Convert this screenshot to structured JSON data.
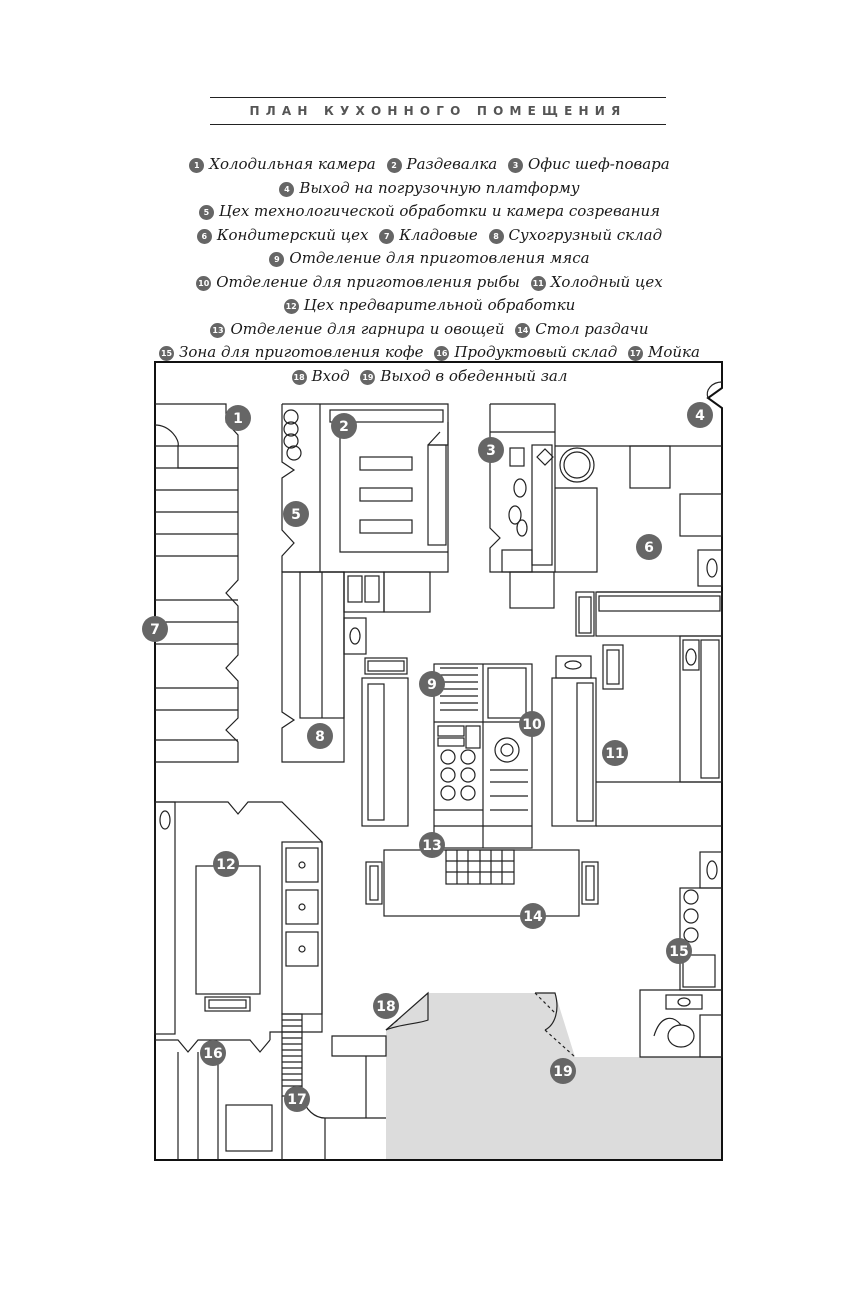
{
  "title": "ПЛАН КУХОННОГО ПОМЕЩЕНИЯ",
  "legend": [
    {
      "num": "1",
      "label": "Холодильная камера"
    },
    {
      "num": "2",
      "label": "Раздевалка"
    },
    {
      "num": "3",
      "label": "Офис шеф-повара"
    },
    {
      "num": "4",
      "label": "Выход на погрузочную платформу"
    },
    {
      "num": "5",
      "label": "Цех технологической обработки и камера созревания"
    },
    {
      "num": "6",
      "label": "Кондитерский цех"
    },
    {
      "num": "7",
      "label": "Кладовые"
    },
    {
      "num": "8",
      "label": "Сухогрузный склад"
    },
    {
      "num": "9",
      "label": "Отделение для приготовления мяса"
    },
    {
      "num": "10",
      "label": "Отделение для приготовления рыбы"
    },
    {
      "num": "11",
      "label": "Холодный цех"
    },
    {
      "num": "12",
      "label": "Цех предварительной обработки"
    },
    {
      "num": "13",
      "label": "Отделение для гарнира и овощей"
    },
    {
      "num": "14",
      "label": "Стол раздачи"
    },
    {
      "num": "15",
      "label": "Зона для приготовления кофе"
    },
    {
      "num": "16",
      "label": "Продуктовый склад"
    },
    {
      "num": "17",
      "label": "Мойка"
    },
    {
      "num": "18",
      "label": "Вход"
    },
    {
      "num": "19",
      "label": "Выход в обеденный зал"
    }
  ],
  "plan_markers": [
    "1",
    "2",
    "3",
    "4",
    "5",
    "6",
    "7",
    "8",
    "9",
    "10",
    "11",
    "12",
    "13",
    "14",
    "15",
    "16",
    "17",
    "18",
    "19"
  ],
  "colors": {
    "marker": "#666666",
    "dining_area": "#dcdcdc",
    "walls": "#111111"
  }
}
